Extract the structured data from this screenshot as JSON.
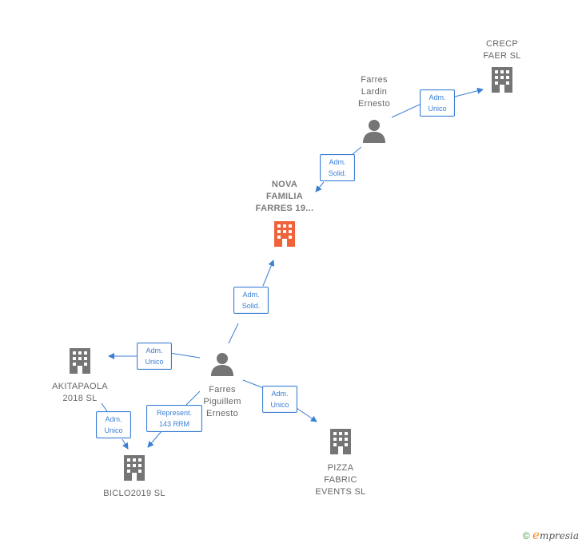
{
  "colors": {
    "accent": "#3b7fd4",
    "node_gray": "#757575",
    "focus": "#f0623a"
  },
  "nodes": {
    "crecp": {
      "label": "CRECP\nFAER  SL",
      "icon": "building-icon"
    },
    "farres_lardin": {
      "label": "Farres\nLardin\nErnesto",
      "icon": "person-icon"
    },
    "nova_familia": {
      "label": "NOVA\nFAMILIA\nFARRES 19...",
      "icon": "building-icon"
    },
    "farres_piguillem": {
      "label": "Farres\nPiguillem\nErnesto",
      "icon": "person-icon"
    },
    "akitapaola": {
      "label": "AKITAPAOLA\n2018  SL",
      "icon": "building-icon"
    },
    "biclo": {
      "label": "BICLO2019  SL",
      "icon": "building-icon"
    },
    "pizza": {
      "label": "PIZZA\nFABRIC\nEVENTS  SL",
      "icon": "building-icon"
    }
  },
  "edges": {
    "lardin_crecp": "Adm.\nUnico",
    "lardin_nova": "Adm.\nSolid.",
    "piguillem_nova": "Adm.\nSolid.",
    "piguillem_akita": "Adm.\nUnico",
    "akita_biclo": "Adm.\nUnico",
    "piguillem_biclo": "Represent.\n143 RRM",
    "piguillem_pizza": "Adm.\nUnico"
  },
  "footer": {
    "copyright": "©",
    "brand_initial": "e",
    "brand_rest": "mpresia"
  }
}
